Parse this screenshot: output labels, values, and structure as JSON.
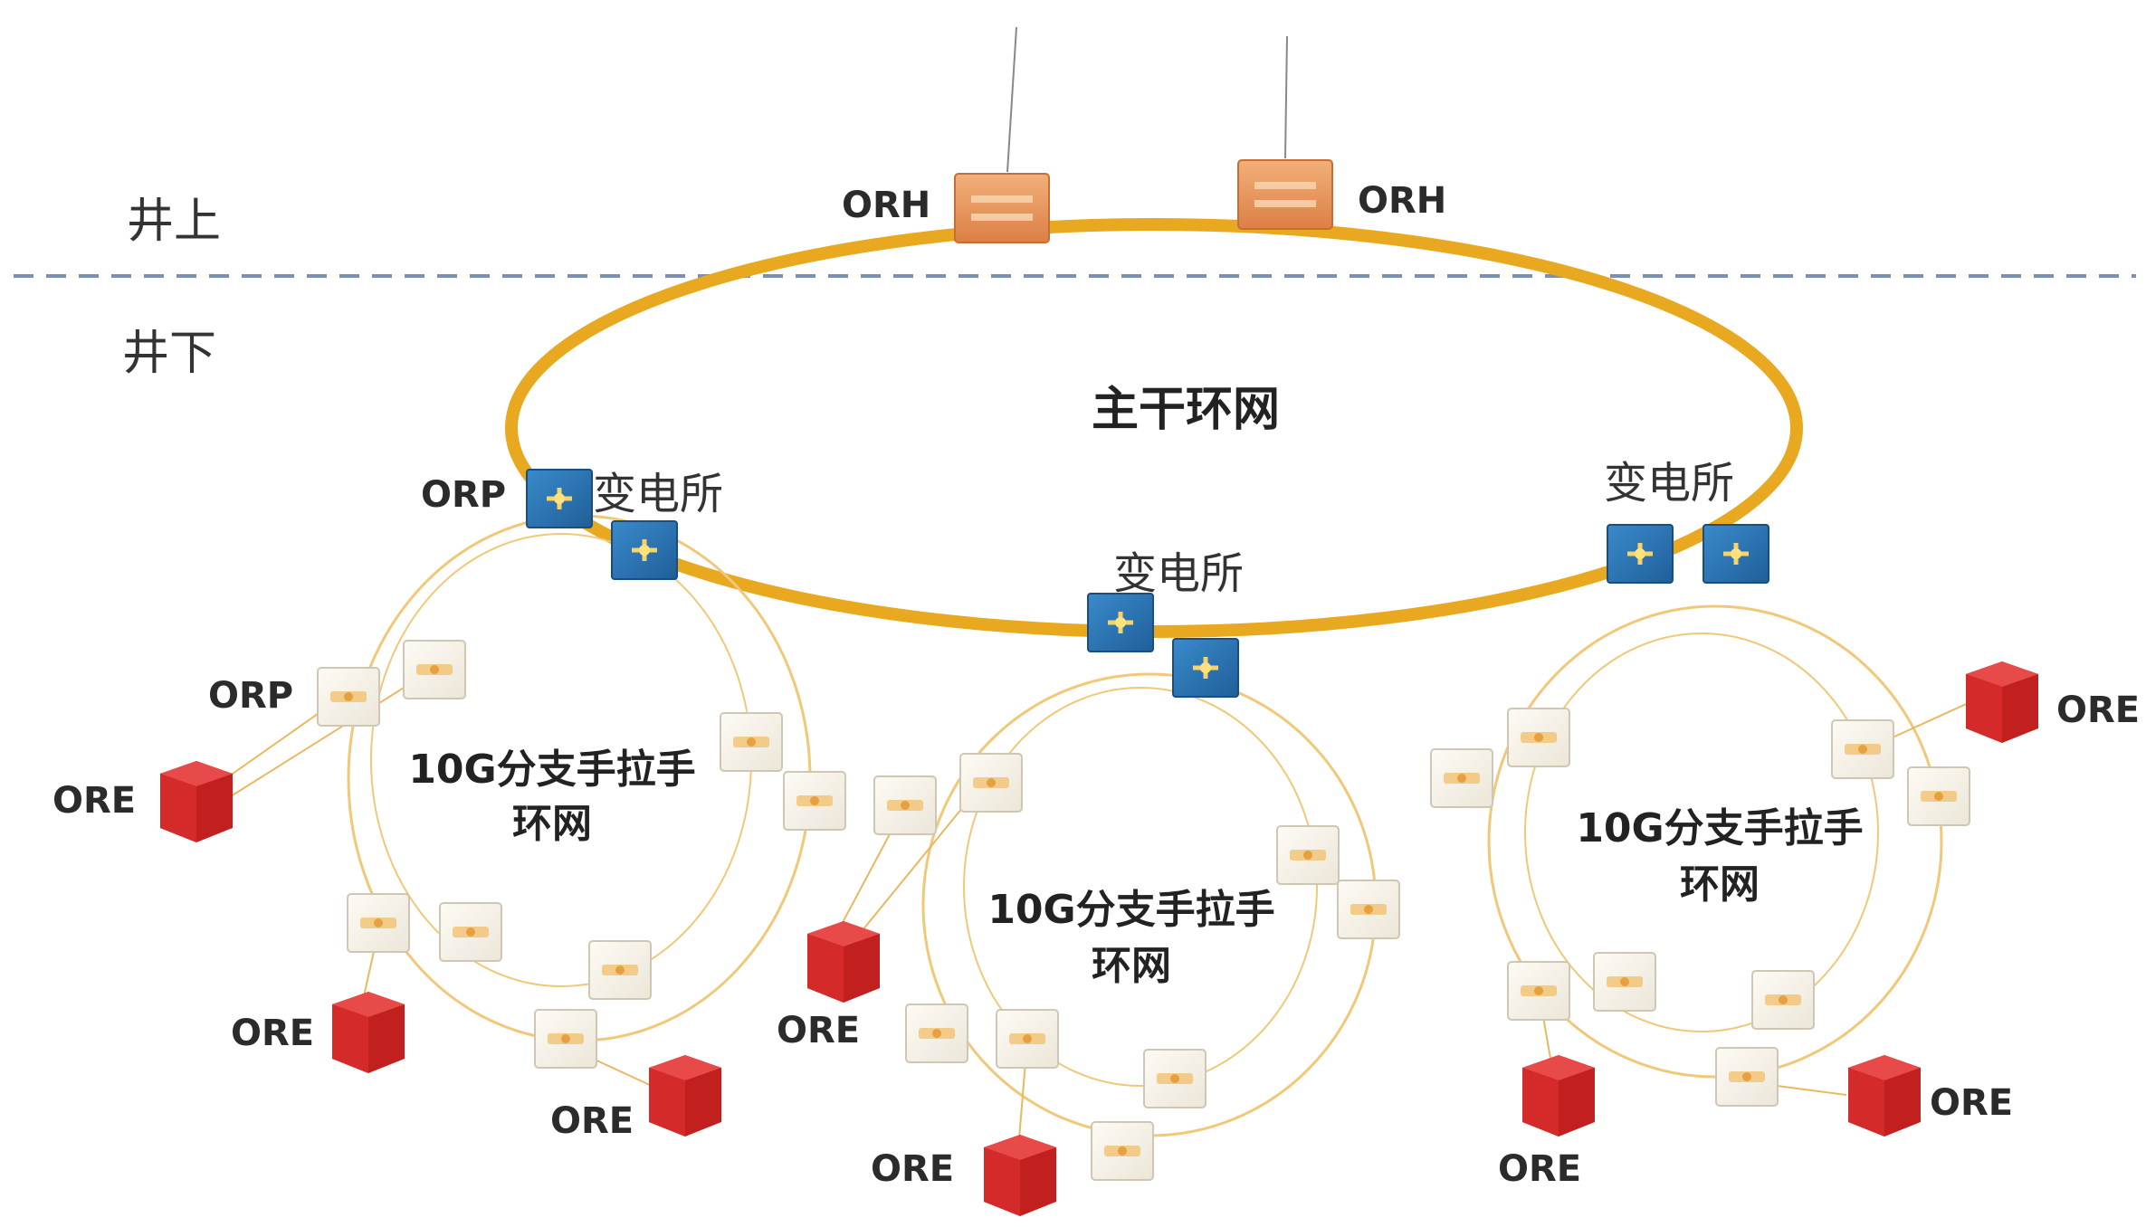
{
  "zones": {
    "above": "井上",
    "below": "井下"
  },
  "main_ring": {
    "label": "主干环网",
    "color": "#E8A820"
  },
  "devices": {
    "orh_left": "ORH",
    "orh_right": "ORH",
    "orp_main": "ORP",
    "orp_branch": "ORP",
    "ore": "ORE"
  },
  "substations": {
    "left": "变电所",
    "center": "变电所",
    "right": "变电所"
  },
  "branches": [
    {
      "line1": "10G分支手拉手",
      "line2": "环网"
    },
    {
      "line1": "10G分支手拉手",
      "line2": "环网"
    },
    {
      "line1": "10G分支手拉手",
      "line2": "环网"
    }
  ],
  "colors": {
    "ring": "#E8A820",
    "branch_ring": "#F0C878",
    "switch_blue": "#2C78B8",
    "orh_orange": "#E9955A",
    "ore_red": "#D62828",
    "divider": "#7A90B0"
  },
  "icons": {
    "orh": "orh-router-icon",
    "substation_switch": "substation-switch-icon",
    "branch_node": "branch-node-icon",
    "ore": "ore-terminal-icon"
  }
}
